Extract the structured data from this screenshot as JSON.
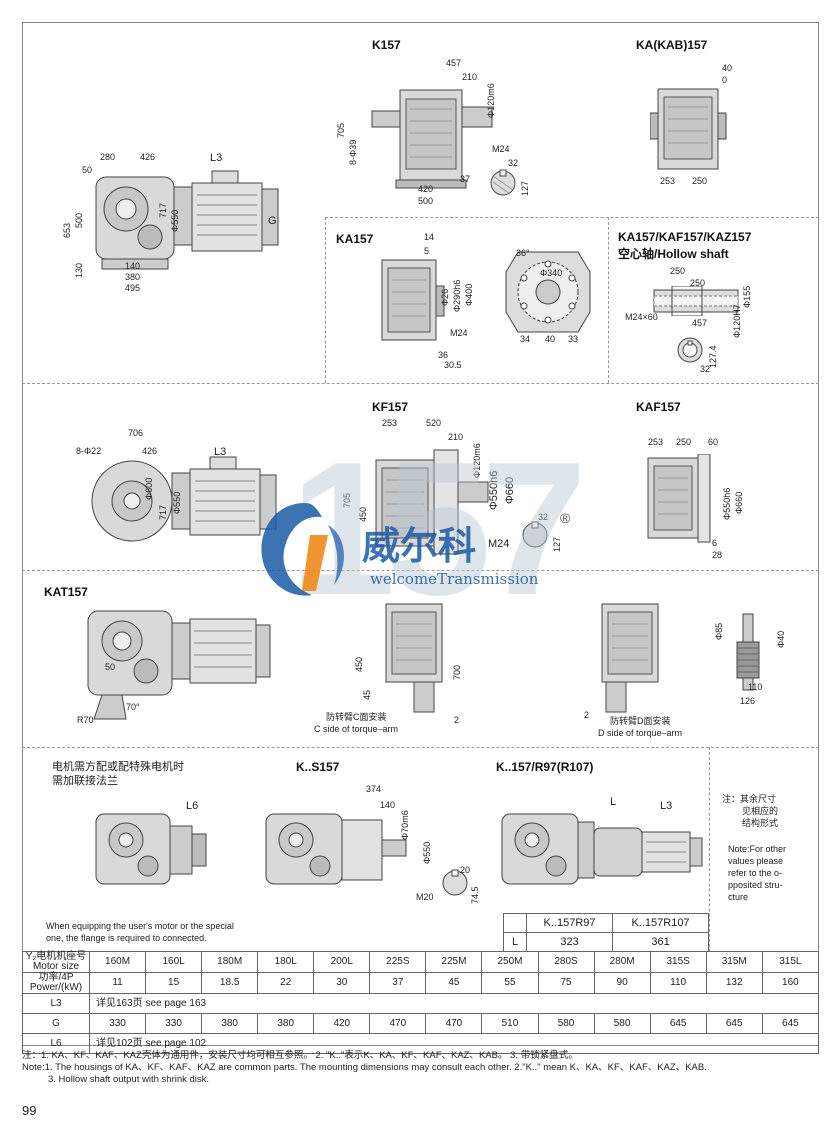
{
  "sections": {
    "k157": "K157",
    "ka_kab": "KA(KAB)157",
    "ka157": "KA157",
    "hollow_title_1": "KA157/KAF157/KAZ157",
    "hollow_title_2": "空心轴/Hollow shaft",
    "kf157": "KF157",
    "kaf157": "KAF157",
    "kat157": "KAT157",
    "ks157": "K..S157",
    "kr157": "K..157/R97(R107)"
  },
  "dims": {
    "k157_main": [
      "280",
      "426",
      "L3",
      "50",
      "653",
      "500",
      "G",
      "130",
      "140",
      "380",
      "495",
      "Φ550",
      "717"
    ],
    "k157_side": [
      "457",
      "210",
      "Φ120m6",
      "705",
      "8-Φ39",
      "M24",
      "37",
      "420",
      "500",
      "32",
      "127"
    ],
    "kab157": [
      "40",
      "0",
      "253",
      "250"
    ],
    "ka157": [
      "14",
      "5",
      "Φ290h6",
      "Φ400",
      "Φ26",
      "M24",
      "36",
      "30.5",
      "Φ340",
      "36°",
      "34",
      "40",
      "33"
    ],
    "hollow": [
      "250",
      "250",
      "Φ155",
      "M24×60",
      "Φ120H7",
      "457",
      "127.4",
      "32"
    ],
    "kf157_main": [
      "706",
      "8-Φ22",
      "426",
      "L3",
      "Φ600",
      "717",
      "Φ550"
    ],
    "kf157_side": [
      "253",
      "520",
      "210",
      "Φ120m6",
      "705",
      "450",
      "Φ550h6",
      "Φ660",
      "M24",
      "32",
      "127"
    ],
    "kaf157": [
      "253",
      "250",
      "60",
      "Φ550h6",
      "Φ660",
      "6",
      "28"
    ],
    "kat157_main": [
      "50",
      "R70",
      "70°"
    ],
    "kat157_side": [
      "450",
      "45",
      "700",
      "2",
      "Φ85",
      "Φ40",
      "110",
      "126"
    ],
    "ks157": [
      "374",
      "140",
      "Φ70m6",
      "Φ550",
      "M20",
      "20",
      "74.5"
    ],
    "kr157": [
      "L",
      "L3"
    ],
    "l6": "L6"
  },
  "torque_c_cn": "防转臂C面安装",
  "torque_c_en": "C side of torque–arm",
  "torque_d_cn": "防转臂D面安装",
  "torque_d_en": "D side of torque–arm",
  "motor_note_cn_1": "电机需方配或配特殊电机时",
  "motor_note_cn_2": "需加联接法兰",
  "motor_note_en_1": "When equipping the user's motor or the special",
  "motor_note_en_2": "one, the flange is required to connected.",
  "side_note_cn": [
    "注：其余尺寸",
    "见相应的",
    "结构形式"
  ],
  "side_note_en": [
    "Note:For other",
    "values please",
    "refer to the o-",
    "pposited stru-",
    "cture"
  ],
  "r_table": {
    "headers": [
      "",
      "K..157R97",
      "K..157R107"
    ],
    "row": [
      "L",
      "323",
      "361"
    ]
  },
  "watermark": {
    "number": "157",
    "cn": "威尔科",
    "en": "welcomeTransmission",
    "reg": "®"
  },
  "spec_table": {
    "row_motor_label_1": "Y₂电机机座号",
    "row_motor_label_2": "Motor size",
    "motor_sizes": [
      "160M",
      "160L",
      "180M",
      "180L",
      "200L",
      "225S",
      "225M",
      "250M",
      "280S",
      "280M",
      "315S",
      "315M",
      "315L"
    ],
    "row_power_label_1": "功率/4P",
    "row_power_label_2": "Power/(kW)",
    "power": [
      "11",
      "15",
      "18.5",
      "22",
      "30",
      "37",
      "45",
      "55",
      "75",
      "90",
      "110",
      "132",
      "160"
    ],
    "l3_label": "L3",
    "l3_value": "详见163页   see page 163",
    "g_label": "G",
    "g_values": [
      "330",
      "330",
      "380",
      "380",
      "420",
      "470",
      "470",
      "510",
      "580",
      "580",
      "645",
      "645",
      "645"
    ],
    "l6_label": "L6",
    "l6_value": "详见102页   see page 102"
  },
  "notes": {
    "cn": "注：1. KA、KF、KAF、KAZ壳体为通用件，安装尺寸均可相互参照。   2. \"K..\"表示K、KA、KF、KAF、KAZ、KAB。   3. 带锁紧盘式。",
    "en_1": "Note:1. The housings of KA、KF、KAF、KAZ are common parts. The mounting dimensions may consult each other.  2.\"K..\" mean K、KA、KF、KAF、KAZ、KAB.",
    "en_2": "3. Hollow shaft output with shrink disk."
  },
  "page_number": "99"
}
